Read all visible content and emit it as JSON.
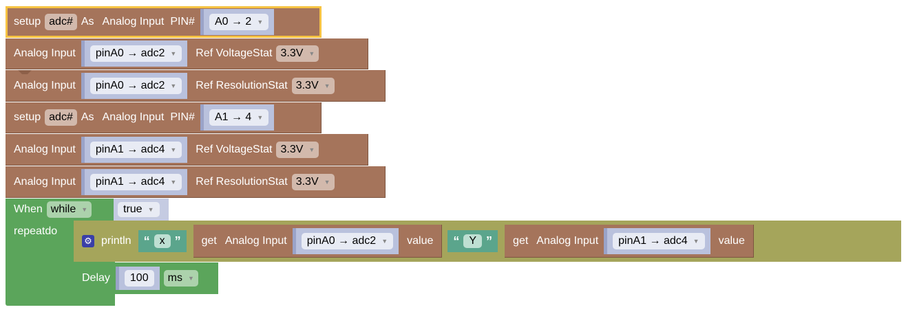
{
  "rows": [
    {
      "type": "setup",
      "setup": "setup",
      "var": "adc#",
      "as": "As",
      "kind": "Analog Input",
      "pin_label": "PIN#",
      "pin": "A0 → 2"
    },
    {
      "type": "ref",
      "label": "Analog Input",
      "pin": "pinA0 → adc2",
      "ref": "Ref VoltageStat",
      "value": "3.3V"
    },
    {
      "type": "ref",
      "label": "Analog Input",
      "pin": "pinA0 → adc2",
      "ref": "Ref ResolutionStat",
      "value": "3.3V"
    },
    {
      "type": "setup",
      "setup": "setup",
      "var": "adc#",
      "as": "As",
      "kind": "Analog Input",
      "pin_label": "PIN#",
      "pin": "A1 → 4"
    },
    {
      "type": "ref",
      "label": "Analog Input",
      "pin": "pinA1 → adc4",
      "ref": "Ref VoltageStat",
      "value": "3.3V"
    },
    {
      "type": "ref",
      "label": "Analog Input",
      "pin": "pinA1 → adc4",
      "ref": "Ref ResolutionStat",
      "value": "3.3V"
    }
  ],
  "loop": {
    "when": "When",
    "mode": "while",
    "cond": "true",
    "repeat": "repeatdo"
  },
  "println": {
    "label": "println",
    "open_quote": "“",
    "close_quote": "”",
    "str1": "x",
    "str2": "Y",
    "get1": {
      "get": "get",
      "kind": "Analog Input",
      "pin": "pinA0 → adc2",
      "value": "value"
    },
    "get2": {
      "get": "get",
      "kind": "Analog Input",
      "pin": "pinA1 → adc4",
      "value": "value"
    }
  },
  "delay": {
    "label": "Delay",
    "amount": "100",
    "unit": "ms"
  }
}
